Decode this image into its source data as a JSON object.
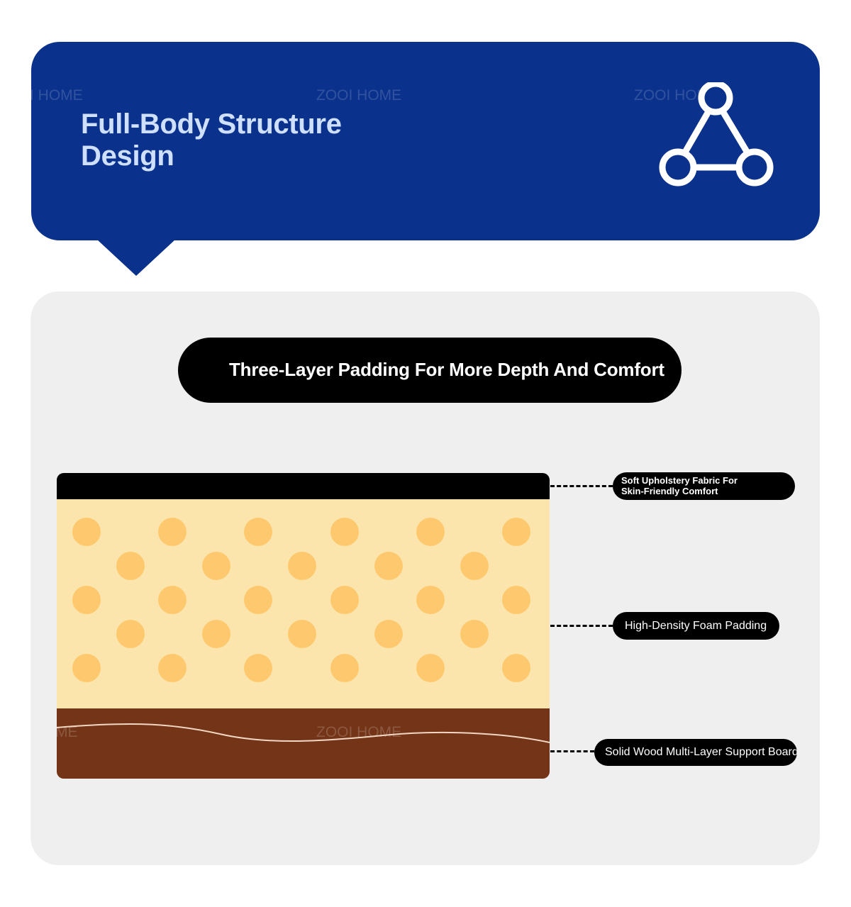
{
  "banner": {
    "title_line1": "Full-Body Structure",
    "title_line2": "Design",
    "watermarks": [
      "I HOME",
      "ZOOI HOME",
      "ZOOI HOME"
    ],
    "icon": "triangle-structure-icon",
    "background_color": "#0a318c",
    "title_color": "#cfe0ff"
  },
  "panel": {
    "headline": "Three-Layer Padding For More Depth And Comfort",
    "background_color": "#efefef"
  },
  "diagram": {
    "colors": {
      "top_layer": "#000000",
      "foam_layer": "#fce5ad",
      "foam_dots": "#fec96e",
      "board_layer": "#733417"
    },
    "watermarks": [
      "ME",
      "ZOOI HOME"
    ],
    "labels": [
      {
        "line1": "Soft Upholstery Fabric For",
        "line2": "Skin-Friendly Comfort"
      },
      {
        "text": "High-Density Foam Padding"
      },
      {
        "text": "Solid Wood Multi-Layer Support Board"
      }
    ]
  }
}
